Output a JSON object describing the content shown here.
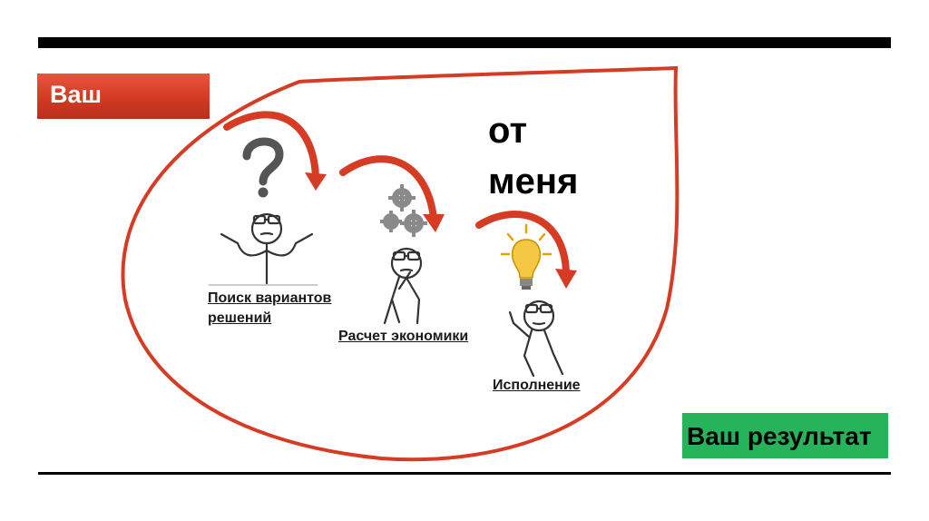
{
  "header": {
    "label": "Ваш"
  },
  "center": {
    "lines": [
      "от",
      "меня"
    ]
  },
  "steps": [
    {
      "label_lines": [
        "Поиск вариантов",
        "решений"
      ],
      "icon": "question-mark-icon"
    },
    {
      "label": "Расчет экономики",
      "icon": "gears-icon"
    },
    {
      "label": "Исполнение",
      "icon": "lightbulb-icon"
    }
  ],
  "result": {
    "label": "Ваш результат"
  },
  "colors": {
    "accent_red": "#d63b24",
    "result_green": "#26b35a",
    "bar": "#000000"
  }
}
